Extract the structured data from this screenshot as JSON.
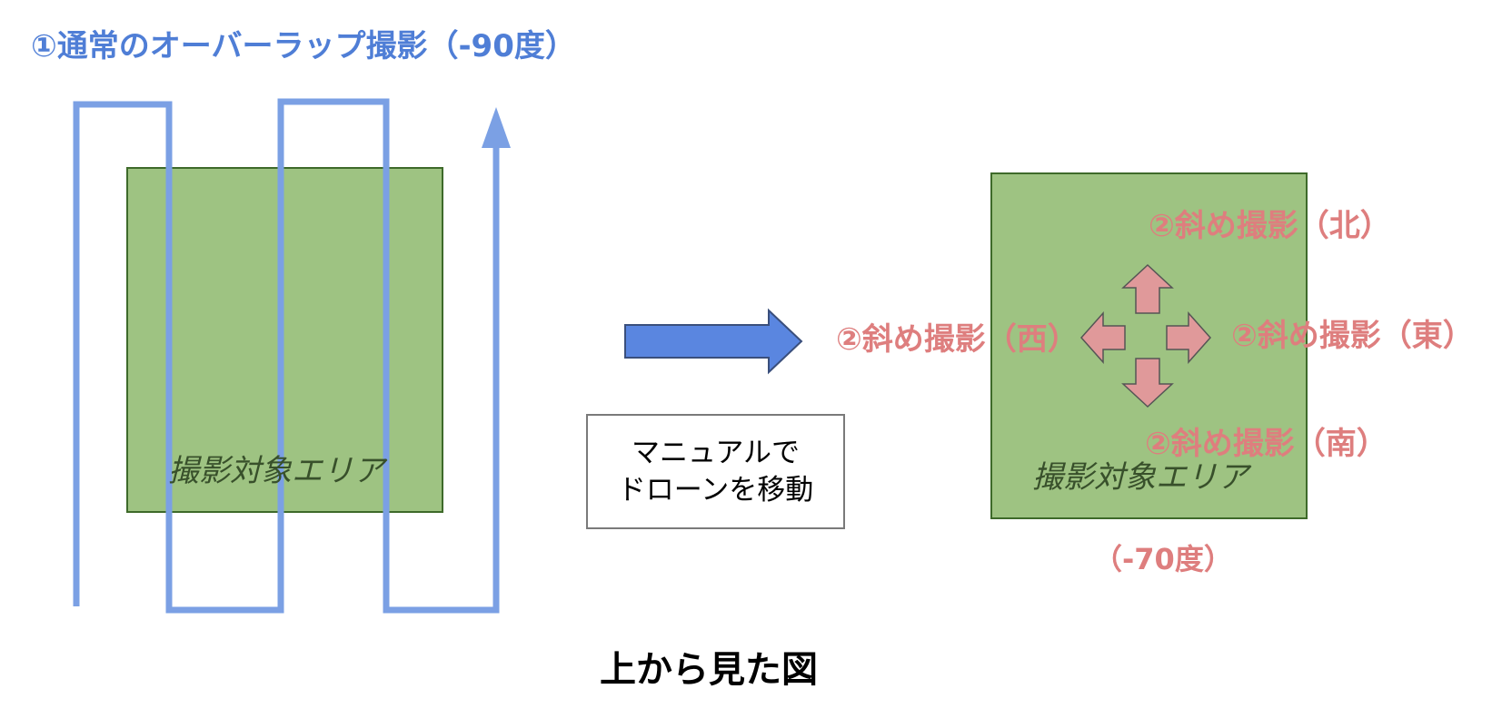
{
  "title_normal": "①通常のオーバーラップ撮影（-90度）",
  "area_label_left": "撮影対象エリア",
  "area_label_right": "撮影対象エリア",
  "manual_box": {
    "line1": "マニュアルで",
    "line2": "ドローンを移動"
  },
  "oblique": {
    "north": "②斜め撮影（北）",
    "west": "②斜め撮影（西）",
    "east": "②斜め撮影（東）",
    "south": "②斜め撮影（南）"
  },
  "angle_oblique": "（-70度）",
  "bottom_title": "上から見た図",
  "colors": {
    "flight_path": "#7ba0e4",
    "area_fill": "#9ec382",
    "area_border": "#3e6a2a",
    "move_arrow": "#5a86e0",
    "oblique_arrows": "#e0999a",
    "oblique_text": "#de7e7e",
    "title_blue": "#4f7ed6"
  },
  "icons": {
    "flight_path": "serpentine-flight-path",
    "move_arrow": "right-arrow-icon",
    "directions": [
      "arrow-up-icon",
      "arrow-down-icon",
      "arrow-left-icon",
      "arrow-right-icon"
    ]
  }
}
